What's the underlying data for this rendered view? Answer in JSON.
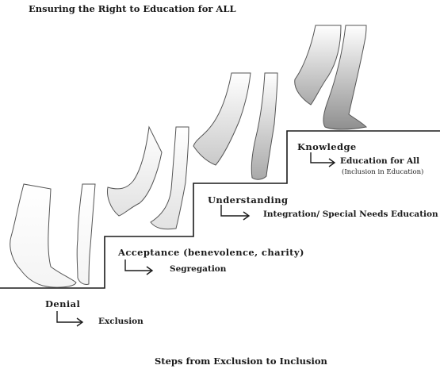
{
  "title": "Ensuring the Right to Education for ALL",
  "caption": "Steps from Exclusion to Inclusion",
  "steps": [
    {
      "stage": "Denial",
      "result": "Exclusion",
      "note": ""
    },
    {
      "stage": "Acceptance (benevolence, charity)",
      "result": "Segregation",
      "note": ""
    },
    {
      "stage": "Understanding",
      "result": "Integration/ Special Needs Education",
      "note": ""
    },
    {
      "stage": "Knowledge",
      "result": "Education for All",
      "note": "(Inclusion in Education)"
    }
  ],
  "colors": {
    "ink": "#1a1a1a",
    "leg_light": "#f2f2f2",
    "leg_dark": "#8f8f8f"
  },
  "icons": {
    "arrow": "elbow-arrow-icon",
    "figure": "walking-legs-icon"
  }
}
